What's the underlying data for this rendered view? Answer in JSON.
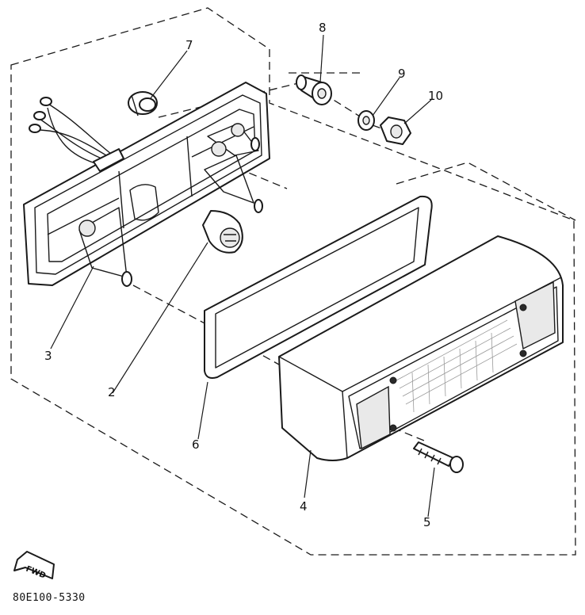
{
  "callouts": [
    {
      "id": "1",
      "label": "2"
    },
    {
      "id": "2",
      "label": "3"
    },
    {
      "id": "3",
      "label": "4"
    },
    {
      "id": "4",
      "label": "5"
    },
    {
      "id": "5",
      "label": "6"
    },
    {
      "id": "6",
      "label": "7"
    },
    {
      "id": "7",
      "label": "8"
    },
    {
      "id": "8",
      "label": "9"
    },
    {
      "id": "9",
      "label": "10"
    }
  ],
  "forward_marker": "FWD",
  "drawing_code": "80E100-5330"
}
